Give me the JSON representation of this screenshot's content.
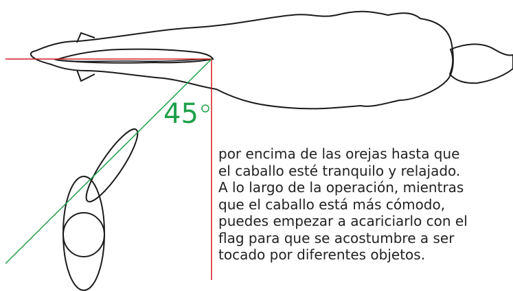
{
  "diagram": {
    "angle_label": "45",
    "colors": {
      "outline": "#1a1a1a",
      "reference_line": "#d11f26",
      "angle_line": "#1ea04a",
      "text": "#222222"
    }
  },
  "text_block": {
    "lines": [
      "por encima de las orejas hasta que",
      "el caballo esté tranquilo y relajado.",
      "A lo largo de la operación, mientras",
      "que el caballo está más cómodo,",
      "puedes empezar a acariciarlo con el",
      "flag para que se acostumbre a ser",
      "tocado por diferentes objetos."
    ]
  }
}
